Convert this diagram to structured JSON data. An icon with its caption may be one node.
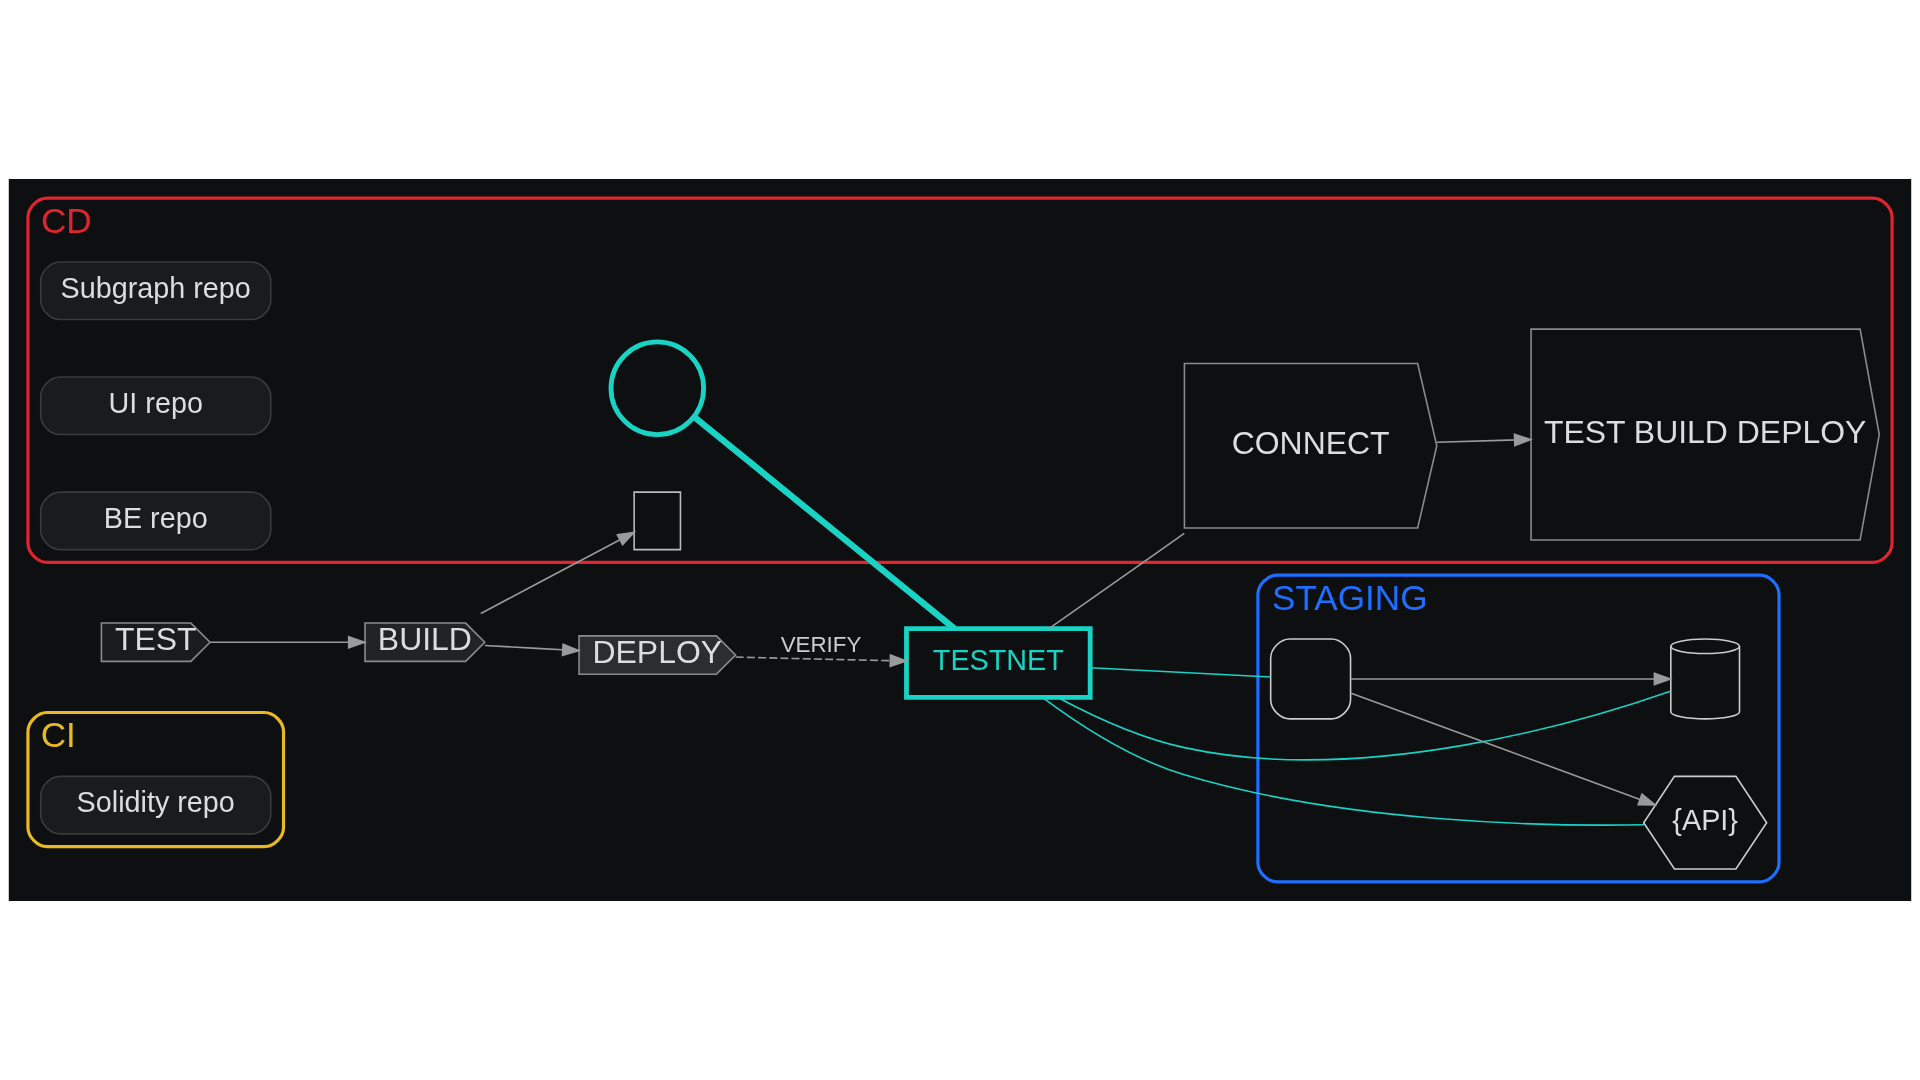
{
  "diagram": {
    "nodes": [
      {
        "text": [
          "CI"
        ]
      },
      {
        "text": [
          "CD"
        ]
      },
      {
        "text": [
          "STAGING"
        ]
      },
      {
        "text": [
          "Solidity repo"
        ],
        "in": 0
      },
      {
        "text": [
          "TEST"
        ]
      },
      {
        "text": [
          "BUILD"
        ]
      },
      {
        "text": [
          "DEPLOY"
        ]
      },
      {
        "text": [],
        "shape": "circle",
        "in": 1
      },
      {
        "text": [],
        "shape": "box",
        "in": 1
      },
      {
        "text": [
          "TESTNET"
        ]
      },
      {
        "text": [
          "Subgraph repo"
        ],
        "in": 1
      },
      {
        "text": [
          "UI repo"
        ],
        "in": 1
      },
      {
        "text": [
          "BE repo"
        ],
        "in": 1
      },
      {
        "text": [
          "CONNECT"
        ],
        "in": 1
      },
      {
        "text": [
          "TEST BUILD DEPLOY"
        ],
        "in": 1
      },
      {
        "text": [],
        "shape": "cylinder",
        "in": 2
      },
      {
        "text": [],
        "shape": "box",
        "in": 2
      },
      {
        "text": [
          "{API}"
        ],
        "in": 2
      }
    ],
    "edges": [
      {
        "from": 4,
        "to": 5,
        "arrow": "to"
      },
      {
        "from": 5,
        "to": 6,
        "arrow": "to"
      },
      {
        "from": 5,
        "to": 8,
        "arrow": "to"
      },
      {
        "from": 6,
        "to": 9,
        "arrow": "to",
        "label": "VERIFY",
        "style": "dashed"
      },
      {
        "from": 7,
        "to": 9,
        "arrow": "none",
        "color": "#19d3c5",
        "style": "thick"
      },
      {
        "from": 9,
        "to": 13,
        "arrow": "none"
      },
      {
        "from": 13,
        "to": 14,
        "arrow": "to"
      },
      {
        "from": 9,
        "to": 15,
        "arrow": "none",
        "color": "#19d3c5"
      },
      {
        "from": 9,
        "to": 16,
        "arrow": "none",
        "color": "#19d3c5"
      },
      {
        "from": 9,
        "to": 17,
        "arrow": "none",
        "color": "#19d3c5"
      },
      {
        "from": 16,
        "to": 15,
        "arrow": "to"
      },
      {
        "from": 16,
        "to": 17,
        "arrow": "to"
      }
    ]
  }
}
